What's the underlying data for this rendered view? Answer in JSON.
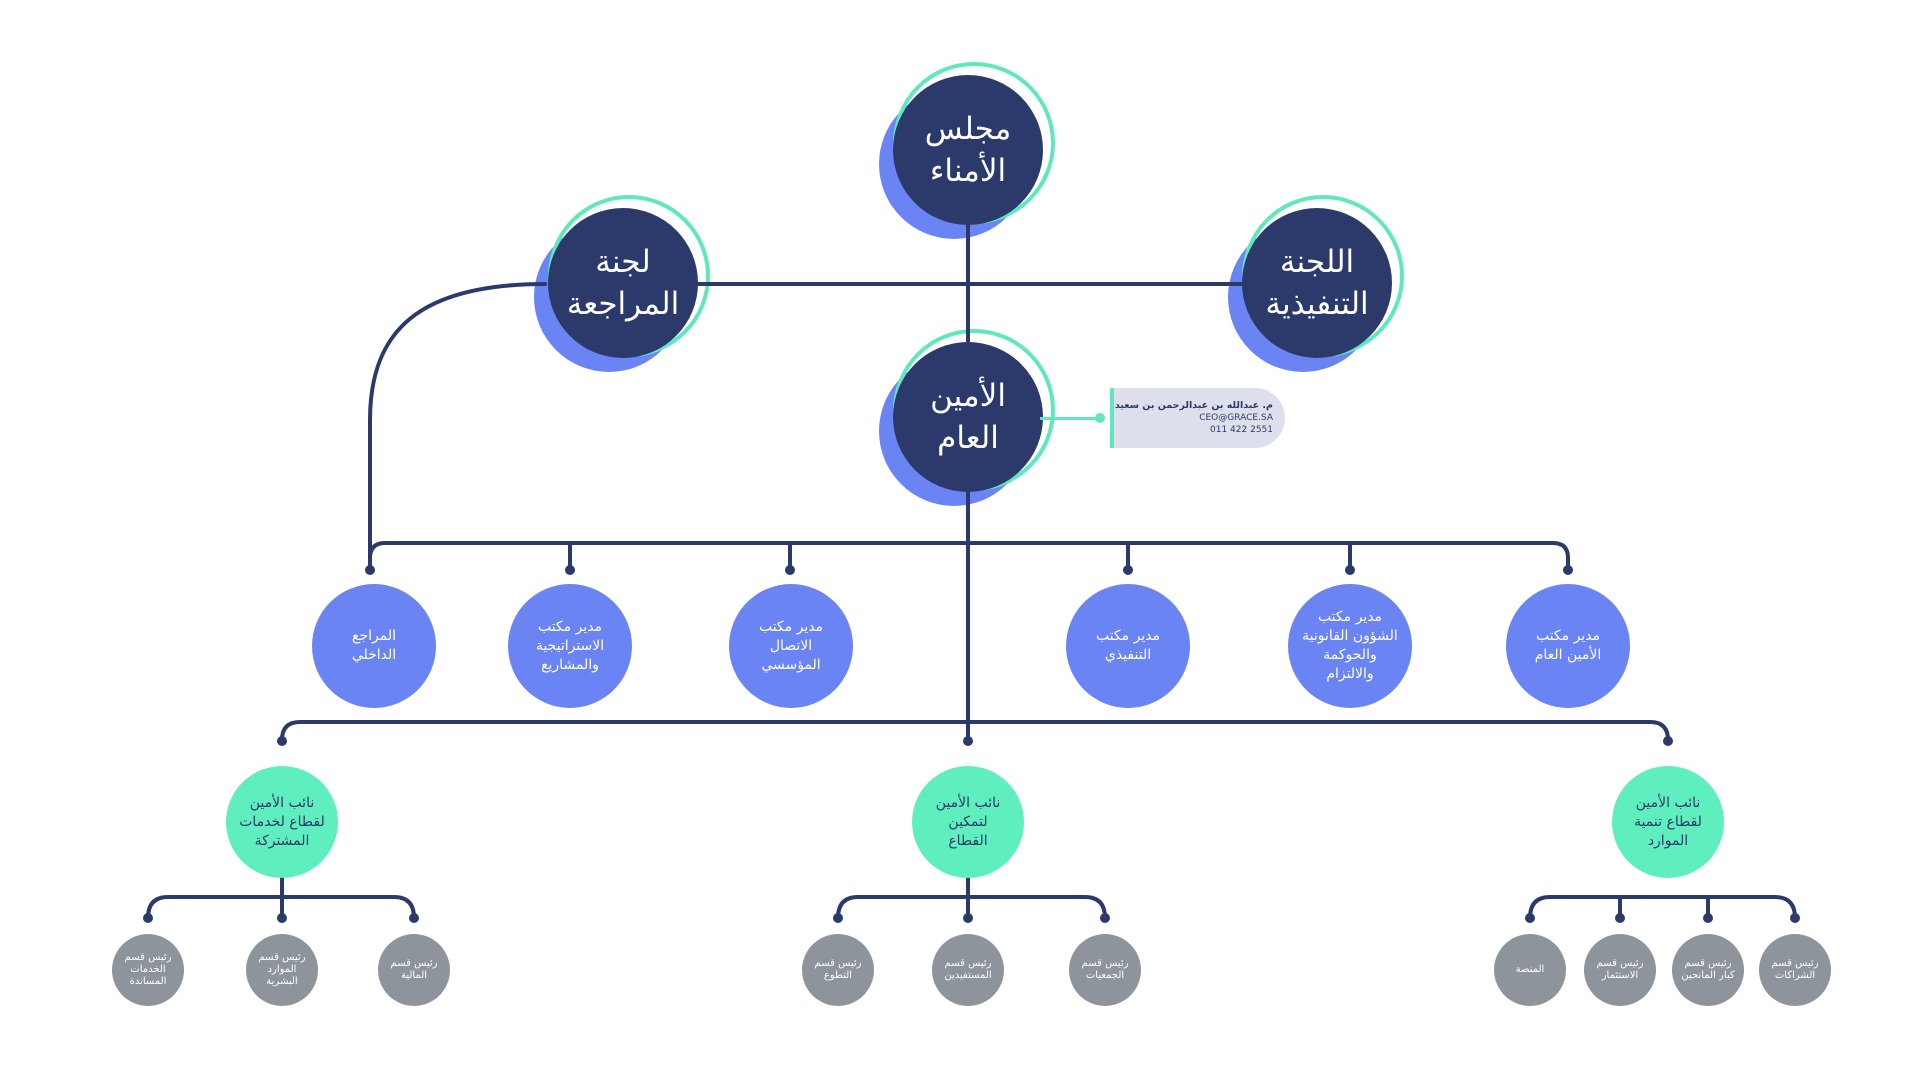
{
  "colors": {
    "navy": "#2b3a6b",
    "blue": "#6a84f4",
    "green": "#5fe8be",
    "gray": "#8e949b"
  },
  "board": {
    "line1": "مجلس",
    "line2": "الأمناء"
  },
  "audit_committee": {
    "line1": "لجنة",
    "line2": "المراجعة"
  },
  "executive_committee": {
    "line1": "اللجنة",
    "line2": "التنفيذية"
  },
  "secretary_general": {
    "line1": "الأمين",
    "line2": "العام"
  },
  "contact": {
    "name": "م. عبدالله بن عبدالرحمن بن سعيد",
    "email": "CEO@GRACE.SA",
    "phone": "011 422 2551"
  },
  "offices": [
    {
      "line1": "المراجع",
      "line2": "الداخلي",
      "line3": ""
    },
    {
      "line1": "مدير مكتب",
      "line2": "الاستراتيجية",
      "line3": "والمشاريع"
    },
    {
      "line1": "مدير مكتب",
      "line2": "الاتصال",
      "line3": "المؤسسي"
    },
    {
      "line1": "مدير مكتب",
      "line2": "التنفيذي",
      "line3": ""
    },
    {
      "line1": "مدير مكتب",
      "line2": "الشؤون القانونية",
      "line3": "والحوكمة والالتزام"
    },
    {
      "line1": "مدير مكتب",
      "line2": "الأمين العام",
      "line3": ""
    }
  ],
  "deputies": [
    {
      "line1": "نائب الأمين",
      "line2": "لقطاع لخدمات",
      "line3": "المشتركة"
    },
    {
      "line1": "نائب الأمين",
      "line2": "لتمكين",
      "line3": "القطاع"
    },
    {
      "line1": "نائب الأمين",
      "line2": "لقطاع تنمية",
      "line3": "الموارد"
    }
  ],
  "departments_shared": [
    {
      "line1": "رئيس قسم",
      "line2": "الخدمات",
      "line3": "المساندة"
    },
    {
      "line1": "رئيس قسم",
      "line2": "الموارد البشرية",
      "line3": ""
    },
    {
      "line1": "رئيس قسم",
      "line2": "المالية",
      "line3": ""
    }
  ],
  "departments_empower": [
    {
      "line1": "رئيس قسم",
      "line2": "التطوع",
      "line3": ""
    },
    {
      "line1": "رئيس قسم",
      "line2": "المستفيدين",
      "line3": ""
    },
    {
      "line1": "رئيس قسم",
      "line2": "الجمعيات",
      "line3": ""
    }
  ],
  "departments_resources": [
    {
      "line1": "المنصة",
      "line2": "",
      "line3": ""
    },
    {
      "line1": "رئيس قسم",
      "line2": "الاستثمار",
      "line3": ""
    },
    {
      "line1": "رئيس قسم",
      "line2": "كبار المانحين",
      "line3": ""
    },
    {
      "line1": "رئيس قسم",
      "line2": "الشراكات",
      "line3": ""
    }
  ]
}
